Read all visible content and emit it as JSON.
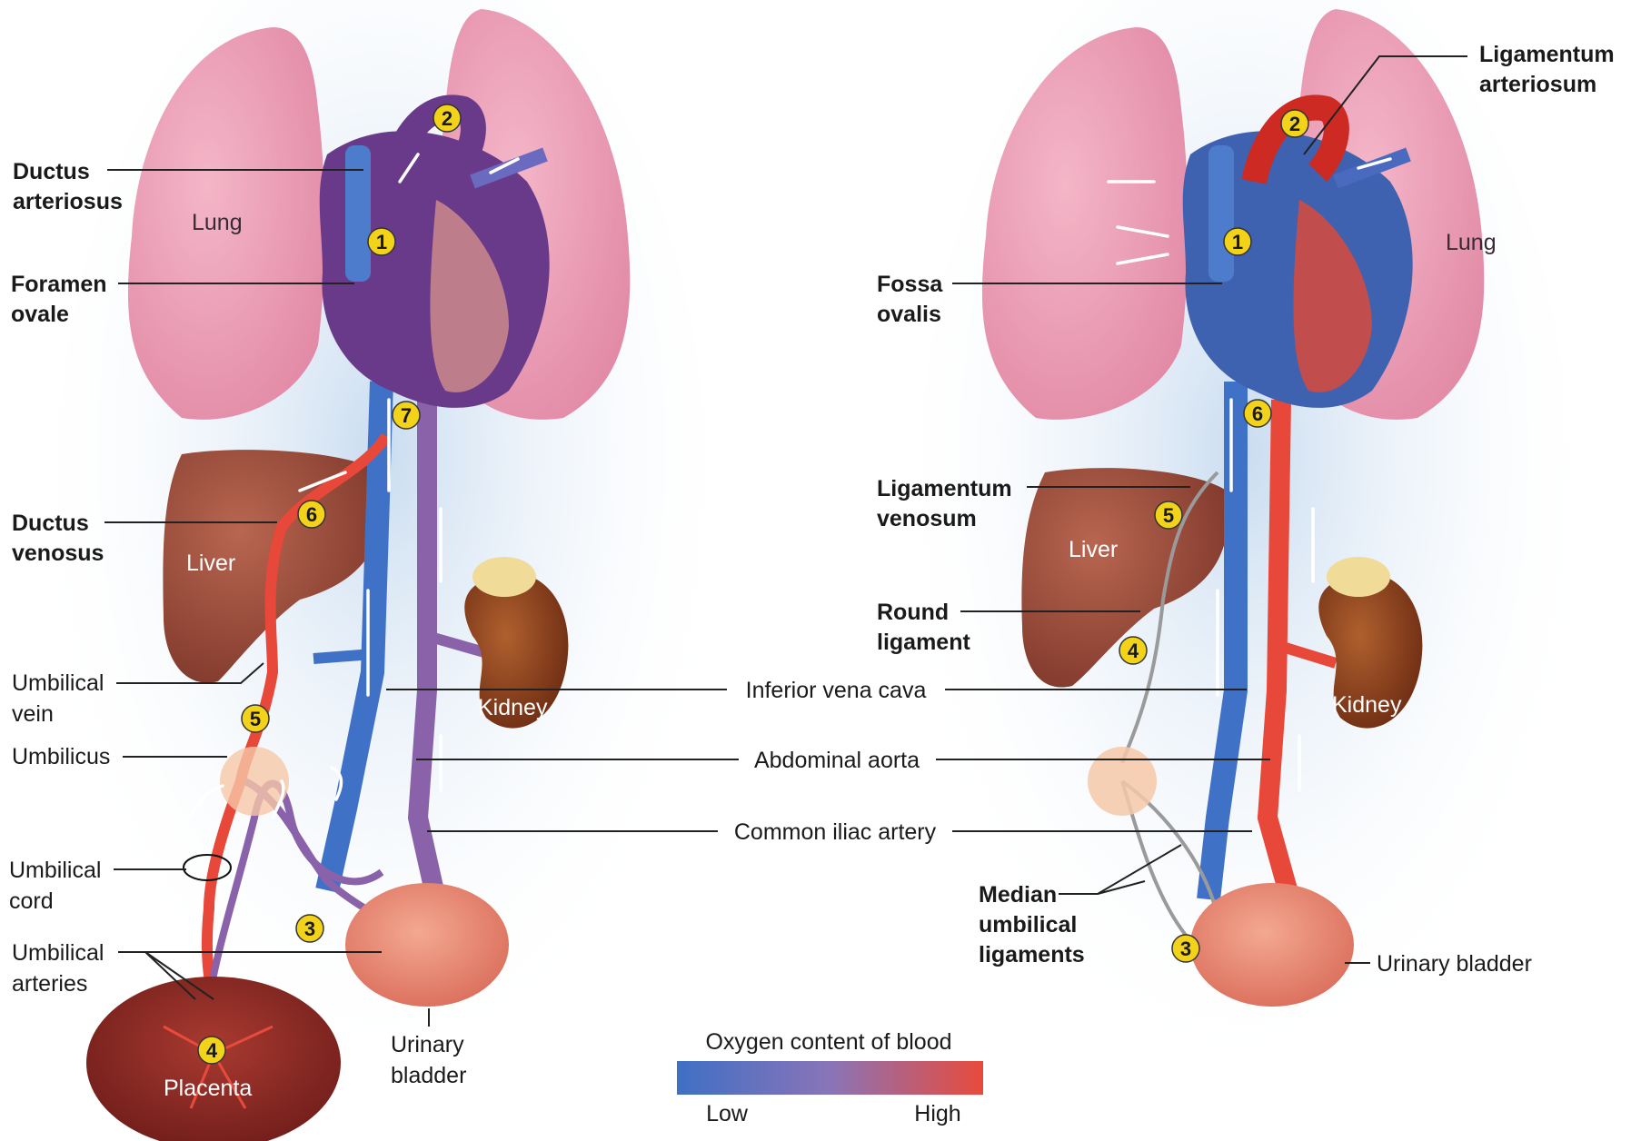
{
  "left": {
    "labels": {
      "ductus_arteriosus": [
        "Ductus",
        "arteriosus"
      ],
      "foramen_ovale": [
        "Foramen",
        "ovale"
      ],
      "ductus_venosus": [
        "Ductus",
        "venosus"
      ],
      "umbilical_vein": [
        "Umbilical",
        "vein"
      ],
      "umbilicus": "Umbilicus",
      "umbilical_cord": [
        "Umbilical",
        "cord"
      ],
      "umbilical_arteries": [
        "Umbilical",
        "arteries"
      ],
      "urinary_bladder": [
        "Urinary",
        "bladder"
      ]
    },
    "organs": {
      "lung": "Lung",
      "liver": "Liver",
      "kidney": "Kidney",
      "placenta": "Placenta"
    },
    "steps": [
      "1",
      "2",
      "3",
      "4",
      "5",
      "6",
      "7"
    ]
  },
  "right": {
    "labels": {
      "ligamentum_arteriosum": [
        "Ligamentum",
        "arteriosum"
      ],
      "fossa_ovalis": [
        "Fossa",
        "ovalis"
      ],
      "ligamentum_venosum": [
        "Ligamentum",
        "venosum"
      ],
      "round_ligament": [
        "Round",
        "ligament"
      ],
      "median_umbilical_ligaments": [
        "Median",
        "umbilical",
        "ligaments"
      ],
      "urinary_bladder": "Urinary bladder"
    },
    "organs": {
      "lung": "Lung",
      "liver": "Liver",
      "kidney": "Kidney"
    },
    "steps": [
      "1",
      "2",
      "3",
      "4",
      "5",
      "6"
    ]
  },
  "shared_labels": {
    "inferior_vena_cava": "Inferior vena cava",
    "abdominal_aorta": "Abdominal aorta",
    "common_iliac_artery": "Common iliac artery"
  },
  "legend": {
    "title": "Oxygen content of blood",
    "low": "Low",
    "high": "High",
    "colors": [
      "#3f6fc4",
      "#8a74b8",
      "#e84a3c"
    ]
  },
  "colors": {
    "lung": "#eea0b8",
    "liver": "#9a4a3a",
    "kidney": "#8a3e1e",
    "vein_blue": "#3f72c6",
    "artery_red": "#e8483a",
    "mixed_purple": "#8a62aa",
    "bladder": "#e88a78",
    "placenta": "#8a2420",
    "marker": "#f3d21a"
  }
}
